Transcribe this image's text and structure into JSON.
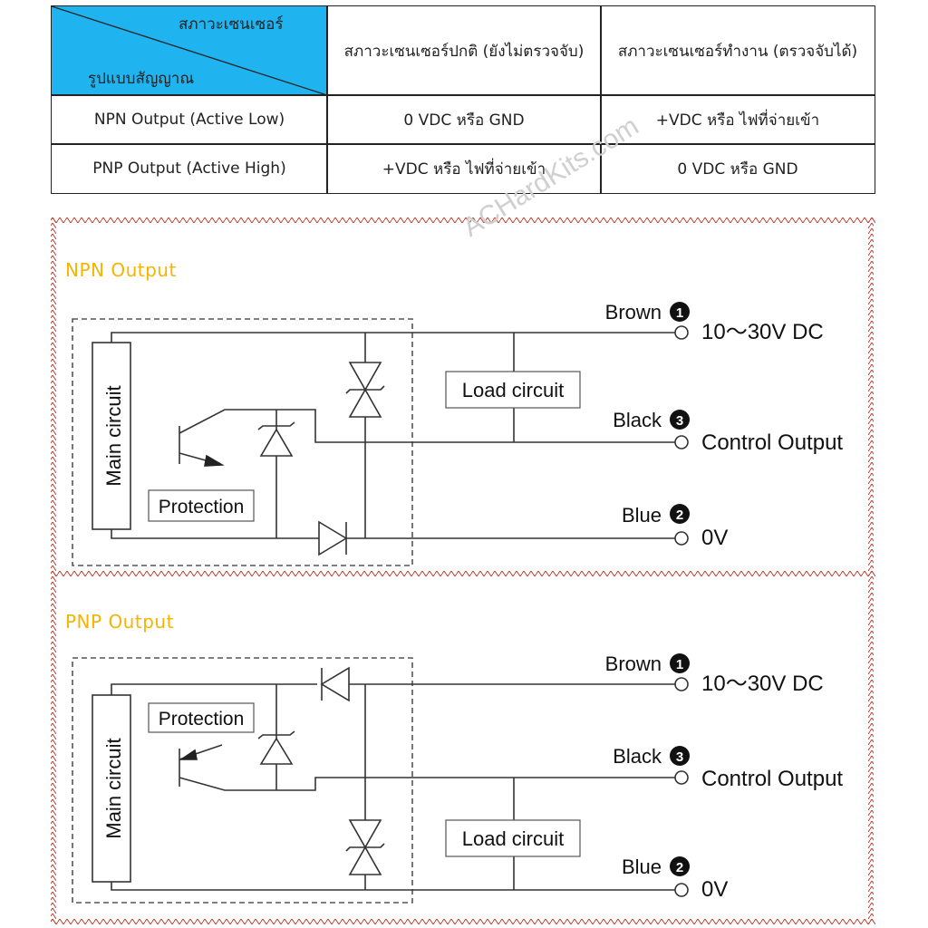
{
  "table": {
    "corner_top": "สภาวะเซนเซอร์",
    "corner_bottom": "รูปแบบสัญญาณ",
    "col_headers": [
      "สภาวะเซนเซอร์ปกติ (ยังไม่ตรวจจับ)",
      "สภาวะเซนเซอร์ทำงาน (ตรวจจับได้)"
    ],
    "rows": [
      {
        "label": "NPN Output (Active Low)",
        "normal": "0 VDC หรือ GND",
        "active": "+VDC หรือ ไฟที่จ่ายเข้า"
      },
      {
        "label": "PNP Output (Active High)",
        "normal": "+VDC หรือ ไฟที่จ่ายเข้า",
        "active": "0 VDC หรือ GND"
      }
    ],
    "header_color": "#1fb3ef"
  },
  "watermark": "ACHardKits.com",
  "npn": {
    "title": "NPN Output",
    "main_circuit": "Main circuit",
    "protection": "Protection",
    "load": "Load circuit",
    "wires": [
      {
        "color": "Brown",
        "num": "1",
        "signal": "10～30V DC"
      },
      {
        "color": "Black",
        "num": "3",
        "signal": "Control Output"
      },
      {
        "color": "Blue",
        "num": "2",
        "signal": "0V"
      }
    ]
  },
  "pnp": {
    "title": "PNP Output",
    "main_circuit": "Main circuit",
    "protection": "Protection",
    "load": "Load circuit",
    "wires": [
      {
        "color": "Brown",
        "num": "1",
        "signal": "10～30V DC"
      },
      {
        "color": "Black",
        "num": "3",
        "signal": "Control Output"
      },
      {
        "color": "Blue",
        "num": "2",
        "signal": "0V"
      }
    ]
  },
  "colors": {
    "title": "#f5b400",
    "border": "#c0392b"
  }
}
